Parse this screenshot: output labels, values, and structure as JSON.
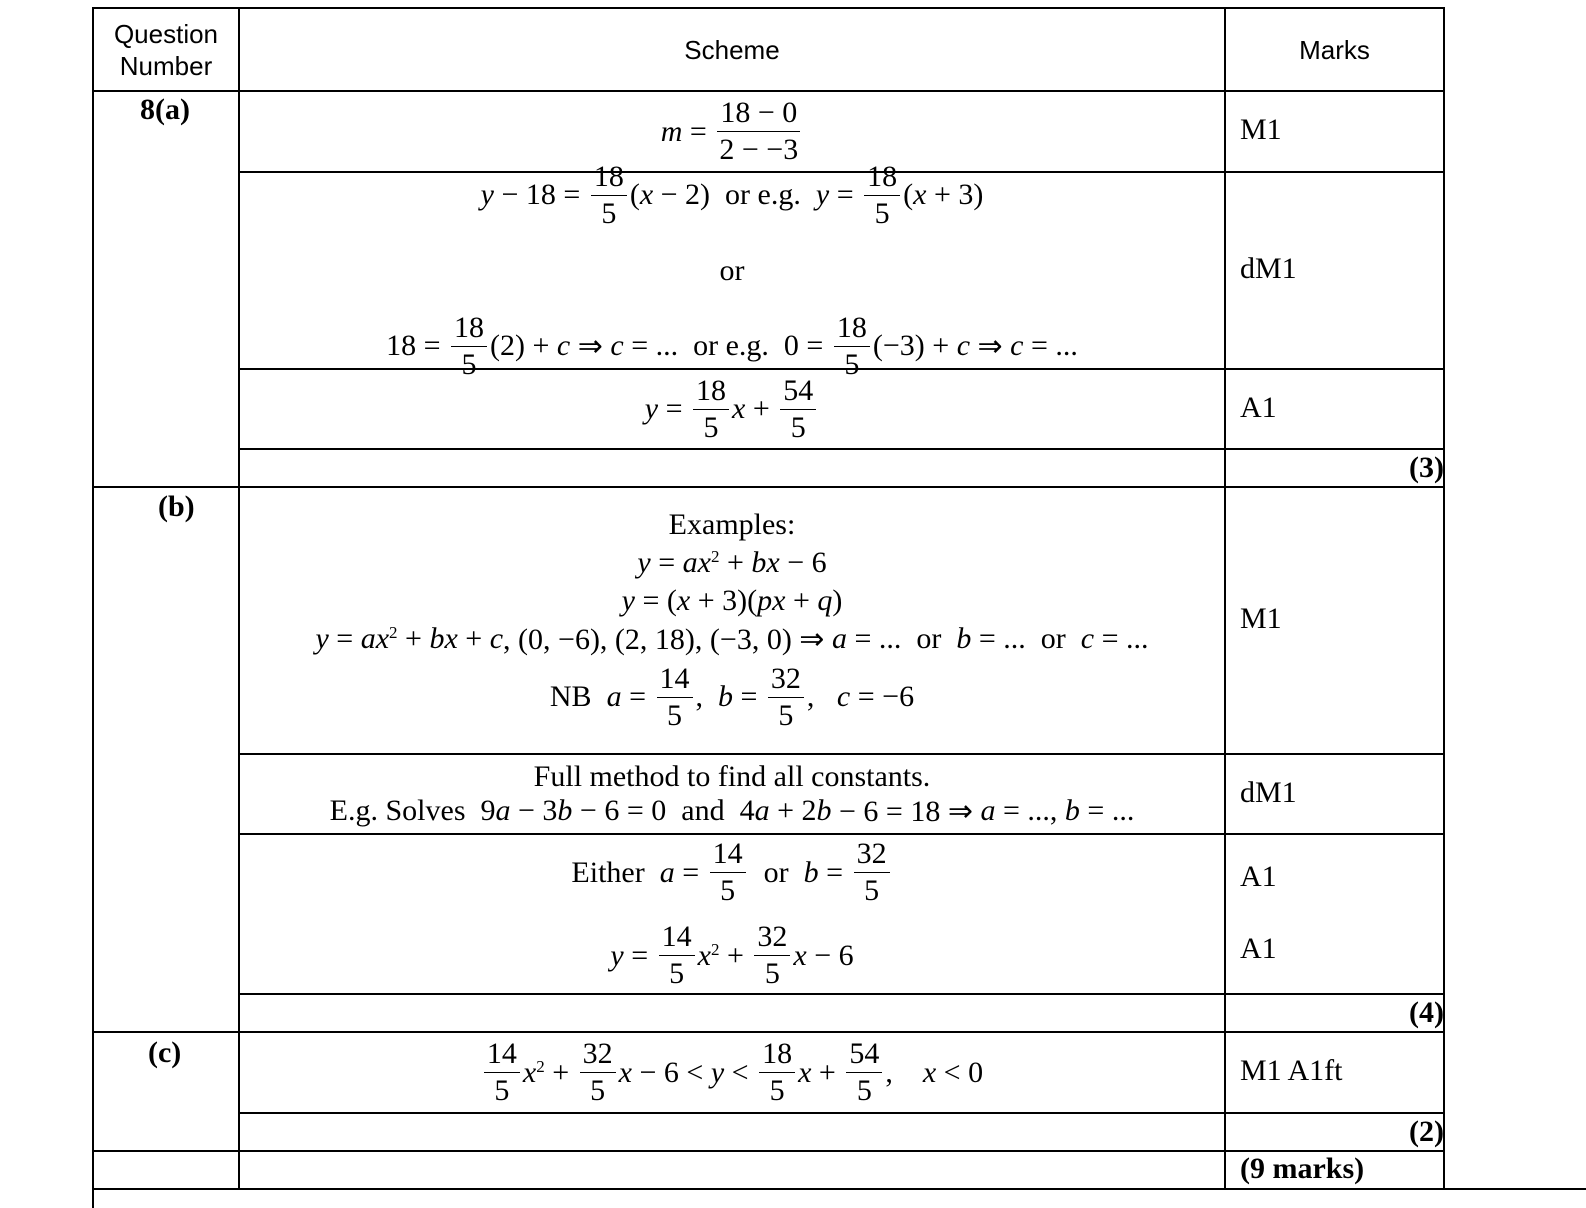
{
  "header": {
    "question": "Question Number",
    "scheme": "Scheme",
    "marks": "Marks"
  },
  "parts": {
    "a": "8(a)",
    "b": "(b)",
    "c": "(c)"
  },
  "rows": [
    {
      "lines": [
        [
          {
            "i": "m"
          },
          {
            "t": " = "
          },
          {
            "n": "18 − 0",
            "d": "2 − −3"
          }
        ]
      ],
      "marks": [
        "M1"
      ]
    },
    {
      "lines": [
        [
          {
            "i": "y"
          },
          {
            "t": " − 18 = "
          },
          {
            "n": "18",
            "d": "5"
          },
          {
            "t": "("
          },
          {
            "i": "x"
          },
          {
            "t": " − 2)  or e.g.  "
          },
          {
            "i": "y"
          },
          {
            "t": " = "
          },
          {
            "n": "18",
            "d": "5"
          },
          {
            "t": "("
          },
          {
            "i": "x"
          },
          {
            "t": " + 3)"
          }
        ],
        [
          {
            "t": "or"
          }
        ],
        [
          {
            "t": "18 = "
          },
          {
            "n": "18",
            "d": "5"
          },
          {
            "t": "(2) + "
          },
          {
            "i": "c"
          },
          {
            "t": " ⇒ "
          },
          {
            "i": "c"
          },
          {
            "t": " = ...  or e.g.  0 = "
          },
          {
            "n": "18",
            "d": "5"
          },
          {
            "t": "(−3) + "
          },
          {
            "i": "c"
          },
          {
            "t": " ⇒ "
          },
          {
            "i": "c"
          },
          {
            "t": " = ..."
          }
        ]
      ],
      "marks": [
        "dM1"
      ]
    },
    {
      "lines": [
        [
          {
            "i": "y"
          },
          {
            "t": " = "
          },
          {
            "n": "18",
            "d": "5"
          },
          {
            "i": "x"
          },
          {
            "t": " + "
          },
          {
            "n": "54",
            "d": "5"
          }
        ]
      ],
      "marks": [
        "A1"
      ]
    },
    {
      "lines": [],
      "total": "(3)"
    },
    {
      "lines": [
        [
          {
            "t": "Examples:"
          }
        ],
        [
          {
            "i": "y"
          },
          {
            "t": " = "
          },
          {
            "i": "ax"
          },
          {
            "s": "2"
          },
          {
            "t": " + "
          },
          {
            "i": "bx"
          },
          {
            "t": " − 6"
          }
        ],
        [
          {
            "i": "y"
          },
          {
            "t": " = ("
          },
          {
            "i": "x"
          },
          {
            "t": " + 3)("
          },
          {
            "i": "px"
          },
          {
            "t": " + "
          },
          {
            "i": "q"
          },
          {
            "t": ")"
          }
        ],
        [
          {
            "i": "y"
          },
          {
            "t": " = "
          },
          {
            "i": "ax"
          },
          {
            "s": "2"
          },
          {
            "t": " + "
          },
          {
            "i": "bx"
          },
          {
            "t": " + "
          },
          {
            "i": "c"
          },
          {
            "t": ", (0, −6), (2, 18), (−3, 0) ⇒ "
          },
          {
            "i": "a"
          },
          {
            "t": " = ...  or  "
          },
          {
            "i": "b"
          },
          {
            "t": " = ...  or  "
          },
          {
            "i": "c"
          },
          {
            "t": " = ..."
          }
        ],
        [
          {
            "t": "NB  "
          },
          {
            "i": "a"
          },
          {
            "t": " = "
          },
          {
            "n": "14",
            "d": "5"
          },
          {
            "t": ",  "
          },
          {
            "i": "b"
          },
          {
            "t": " = "
          },
          {
            "n": "32",
            "d": "5"
          },
          {
            "t": ",   "
          },
          {
            "i": "c"
          },
          {
            "t": " = −6"
          }
        ]
      ],
      "marks": [
        "M1"
      ]
    },
    {
      "lines": [
        [
          {
            "t": "Full method to find all constants."
          }
        ],
        [
          {
            "t": "E.g. Solves  9"
          },
          {
            "i": "a"
          },
          {
            "t": " − 3"
          },
          {
            "i": "b"
          },
          {
            "t": " − 6 = 0  and  4"
          },
          {
            "i": "a"
          },
          {
            "t": " + 2"
          },
          {
            "i": "b"
          },
          {
            "t": " − 6 = 18 ⇒ "
          },
          {
            "i": "a"
          },
          {
            "t": " = ..., "
          },
          {
            "i": "b"
          },
          {
            "t": " = ..."
          }
        ]
      ],
      "marks": [
        "dM1"
      ]
    },
    {
      "lines": [
        [
          {
            "t": "Either  "
          },
          {
            "i": "a"
          },
          {
            "t": " = "
          },
          {
            "n": "14",
            "d": "5"
          },
          {
            "t": "  or  "
          },
          {
            "i": "b"
          },
          {
            "t": " = "
          },
          {
            "n": "32",
            "d": "5"
          }
        ],
        [
          {
            "i": "y"
          },
          {
            "t": " = "
          },
          {
            "n": "14",
            "d": "5"
          },
          {
            "i": "x"
          },
          {
            "s": "2"
          },
          {
            "t": " + "
          },
          {
            "n": "32",
            "d": "5"
          },
          {
            "i": "x"
          },
          {
            "t": " − 6"
          }
        ]
      ],
      "marks": [
        "A1",
        "A1"
      ]
    },
    {
      "lines": [],
      "total": "(4)"
    },
    {
      "lines": [
        [
          {
            "n": "14",
            "d": "5"
          },
          {
            "i": "x"
          },
          {
            "s": "2"
          },
          {
            "t": " + "
          },
          {
            "n": "32",
            "d": "5"
          },
          {
            "i": "x"
          },
          {
            "t": " − 6 < "
          },
          {
            "i": "y"
          },
          {
            "t": " < "
          },
          {
            "n": "18",
            "d": "5"
          },
          {
            "i": "x"
          },
          {
            "t": " + "
          },
          {
            "n": "54",
            "d": "5"
          },
          {
            "t": ",    "
          },
          {
            "i": "x"
          },
          {
            "t": " < 0"
          }
        ]
      ],
      "marks": [
        "M1 A1ft"
      ]
    },
    {
      "lines": [],
      "total": "(2)"
    },
    {
      "lines": [],
      "total": "(9 marks)"
    }
  ]
}
